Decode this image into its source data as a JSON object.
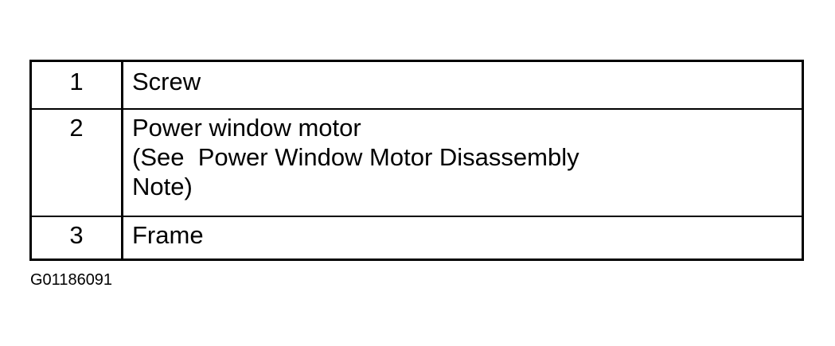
{
  "legend": {
    "rows": [
      {
        "number": "1",
        "lines": [
          "Screw"
        ]
      },
      {
        "number": "2",
        "lines": [
          "Power window motor",
          "(See  Power Window Motor Disassembly",
          "Note)"
        ]
      },
      {
        "number": "3",
        "lines": [
          "Frame"
        ]
      }
    ]
  },
  "figure_id": "G01186091"
}
